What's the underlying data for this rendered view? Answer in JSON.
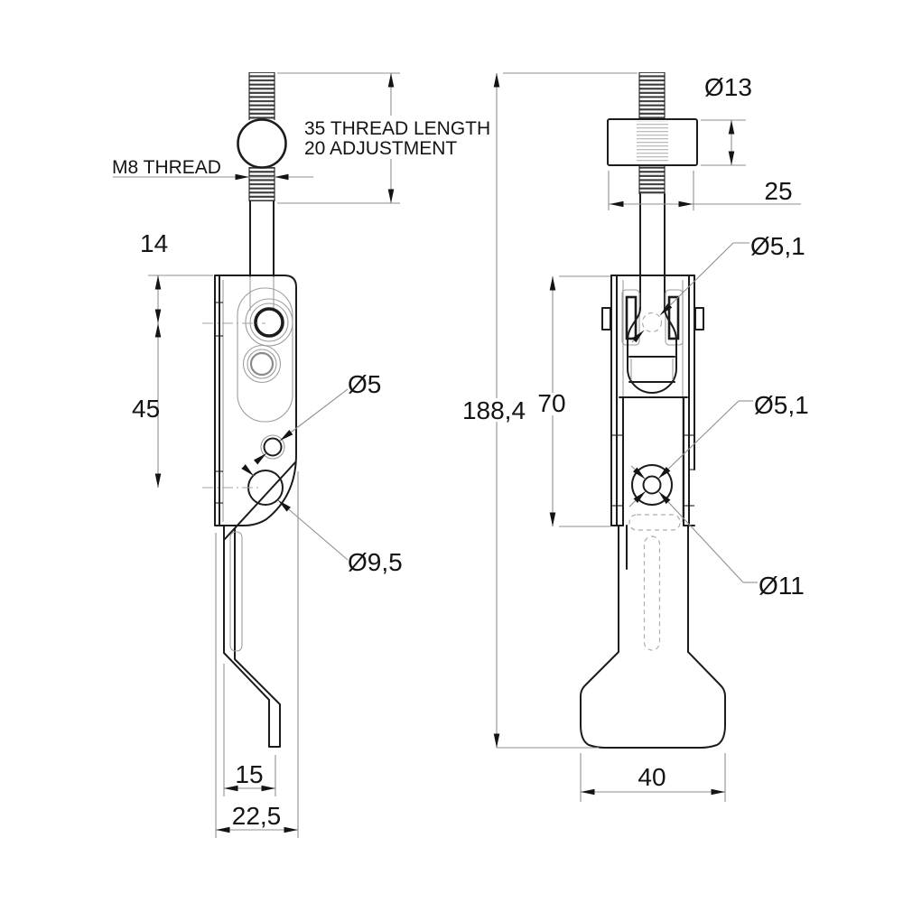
{
  "drawing": {
    "title": "Adjustable toggle latch - dimensioned technical drawing, side and front views",
    "colors": {
      "background": "#ffffff",
      "outline": "#1c1c1c",
      "dimension_lines": "#8f8f8f",
      "hidden_lines": "#adadad"
    },
    "labels": {
      "m8_thread": "M8 THREAD",
      "thread_note_line1": "35 THREAD LENGTH",
      "thread_note_line2": "20 ADJUSTMENT"
    },
    "dimensions": {
      "plate_top_to_pivot": "14",
      "pivot_to_lower_hole": "45",
      "small_hole_dia": "Ø5",
      "corner_hole_dia": "Ø9,5",
      "foot_offset": "15",
      "plate_depth": "22,5",
      "knob_dia": "Ø13",
      "knob_length": "25",
      "pivot_pin_dia": "Ø5,1",
      "overall_length": "188,4",
      "bracket_length": "70",
      "lower_pin_dia": "Ø5,1",
      "lower_outer_hole_dia": "Ø11",
      "paddle_width": "40"
    }
  }
}
